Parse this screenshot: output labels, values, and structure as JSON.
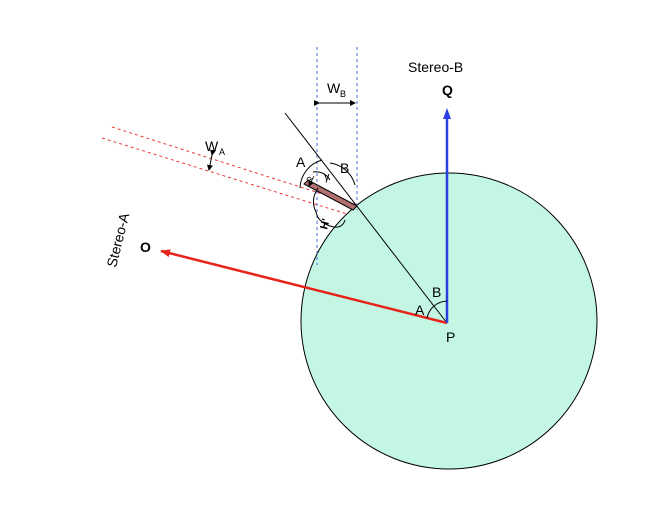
{
  "labels": {
    "stereo_b": "Stereo-B",
    "stereo_a": "Stereo-A",
    "q": "Q",
    "o": "O",
    "p": "P",
    "w_b_main": "W",
    "w_b_sub": "B",
    "w_a_main": "W",
    "w_a_sub": "A",
    "angle_a_top": "A",
    "angle_b_top": "B",
    "gamma": "γ",
    "d": "d",
    "h_prime": "H'",
    "angle_b_center": "B",
    "angle_a_center": "A"
  },
  "colors": {
    "sphere_fill": "#c3f7e3",
    "stereo_a_arrow": "#e8231c",
    "stereo_b_arrow": "#2a3fe0",
    "guide_blue": "#4a6ee0",
    "guide_red": "#e83a3a",
    "feature_fill": "#b07070"
  }
}
